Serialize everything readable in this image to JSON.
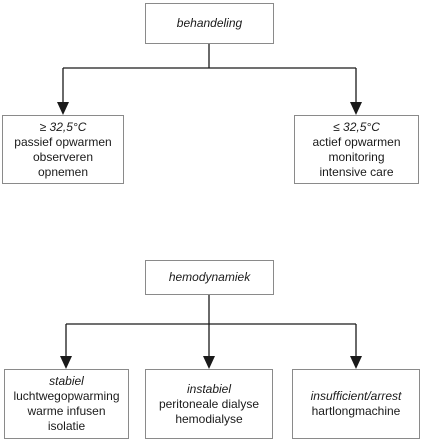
{
  "tree1": {
    "root": {
      "label": "behandeling"
    },
    "children": [
      {
        "title": "≥ 32,5°C",
        "lines": [
          "passief opwarmen",
          "observeren",
          "opnemen"
        ]
      },
      {
        "title": "≤ 32,5°C",
        "lines": [
          "actief opwarmen",
          "monitoring",
          "intensive care"
        ]
      }
    ]
  },
  "tree2": {
    "root": {
      "label": "hemodynamiek"
    },
    "children": [
      {
        "title": "stabiel",
        "lines": [
          "luchtwegopwarming",
          "warme infusen",
          "isolatie"
        ]
      },
      {
        "title": "instabiel",
        "lines": [
          "peritoneale dialyse",
          "hemodialyse"
        ]
      },
      {
        "title": "insufficient/arrest",
        "lines": [
          "hartlongmachine"
        ]
      }
    ]
  }
}
